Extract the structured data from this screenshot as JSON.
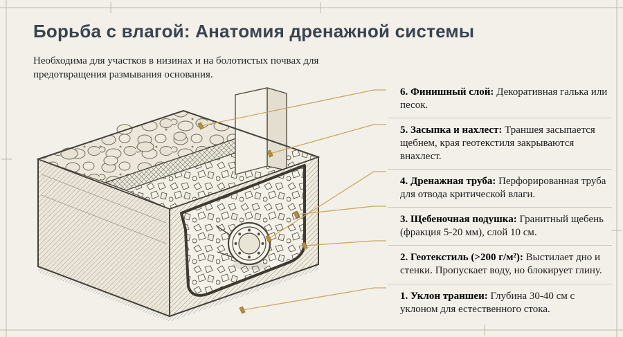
{
  "header": {
    "title": "Борьба с влагой: Анатомия дренажной системы",
    "subtitle": "Необходима для участков в низинах и на болотистых почвах для предотвращения размывания основания."
  },
  "legend": {
    "items": [
      {
        "label": "6. Финишный слой:",
        "text": "Декоративная галька или песок."
      },
      {
        "label": "5. Засыпка и нахлест:",
        "text": "Траншея засыпается щебнем, края геотекстиля закрываются внахлест."
      },
      {
        "label": "4. Дренажная труба:",
        "text": "Перфорированная труба для отвода критической влаги."
      },
      {
        "label": "3. Щебеночная подушка:",
        "text": "Гранитный щебень (фракция 5-20 мм), слой 10 см."
      },
      {
        "label": "2. Геотекстиль (>200 г/м²):",
        "text": "Выстилает дно и стенки. Пропускает воду, но блокирует глину."
      },
      {
        "label": "1. Уклон траншеи:",
        "text": "Глубина 30-40 см с уклоном для естественного стока."
      }
    ]
  },
  "diagram": {
    "description": "Изометрический чертёж дренажной траншеи: галька, геотекстиль, щебень, перфорированная труба, стенка",
    "parts": [
      "pebble-finish-layer",
      "geotextile-mesh-band",
      "gravel-backfill",
      "cross-section-face",
      "drain-pipe",
      "geotextile-lining",
      "retaining-wall",
      "soil-bank"
    ]
  },
  "colors": {
    "paper": "#f2f0e9",
    "title": "#3a4450",
    "leader": "#c9a45c",
    "peg": "#b3903f",
    "ink": "#4a463c",
    "separator": "#ccc7ba"
  }
}
